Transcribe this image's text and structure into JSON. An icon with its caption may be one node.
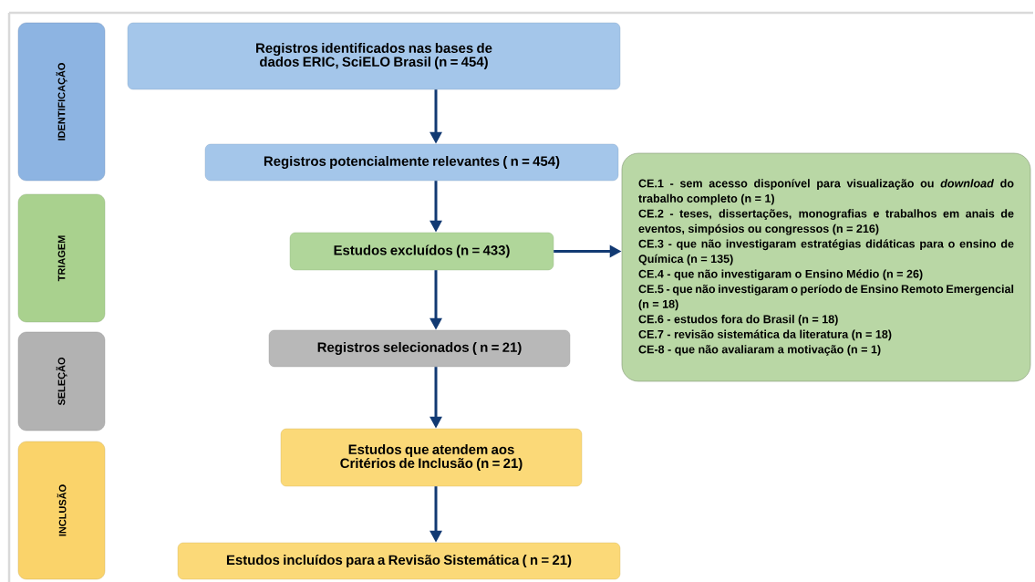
{
  "diagram": {
    "nodes": [
      {
        "text": [
          "IDENTIFICAÇÃO"
        ]
      },
      {
        "text": [
          "TRIAGEM"
        ]
      },
      {
        "text": [
          "SELEÇÃO"
        ]
      },
      {
        "text": [
          "INCLUSÃO"
        ]
      },
      {
        "text": [
          "Registros identificados nas bases de dados ERIC, SciELO Brasil (n = 454)"
        ]
      },
      {
        "text": [
          "Registros potencialmente relevantes ( n = 454)"
        ]
      },
      {
        "text": [
          "Estudos excluídos (n =  433)"
        ]
      },
      {
        "text": [
          "Registros selecionados ( n = 21)"
        ]
      },
      {
        "text": [
          "Estudos que atendem aos Critérios de Inclusão (n = 21)"
        ]
      },
      {
        "text": [
          "Estudos incluídos para a Revisão Sistemática ( n =  21)"
        ]
      },
      {
        "text": [
          "CE.1 - sem acesso disponível para visualização ou *download* do trabalho completo (n = 1)",
          "CE.2 - teses, dissertações, monografias e trabalhos em anais de eventos, simpósios ou congressos (n = 216)",
          "CE.3 - que não investigaram estratégias didáticas para o ensino de Química (n = 135)",
          "CE.4 - que não investigaram o Ensino Médio (n = 26)",
          "CE.5 - que não investigaram o período de Ensino Remoto Emergencial (n = 18)",
          "CE.6 - estudos fora do Brasil (n = 18)",
          "CE.7 - revisão sistemática da literatura (n = 18)",
          "CE-8 - que não avaliaram a motivação (n = 1)"
        ]
      }
    ],
    "edges": [
      {
        "from": 4,
        "to": 5,
        "arrow": "to"
      },
      {
        "from": 5,
        "to": 6,
        "arrow": "to"
      },
      {
        "from": 6,
        "to": 7,
        "arrow": "to"
      },
      {
        "from": 7,
        "to": 8,
        "arrow": "to"
      },
      {
        "from": 8,
        "to": 9,
        "arrow": "to"
      },
      {
        "from": 6,
        "to": 10,
        "arrow": "to"
      }
    ]
  }
}
